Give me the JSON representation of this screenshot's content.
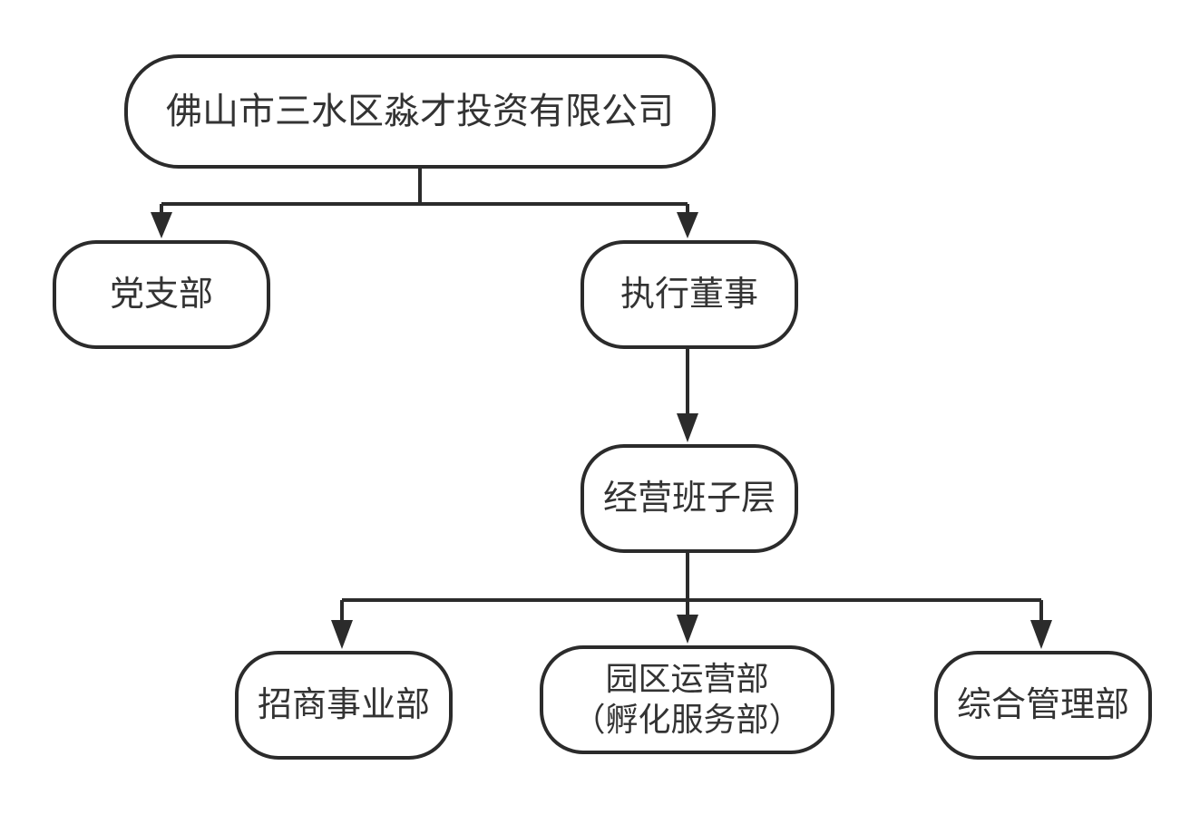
{
  "diagram": {
    "nodes": {
      "company": {
        "lines": [
          "佛山市三水区淼才投资有限公司"
        ]
      },
      "party_branch": {
        "lines": [
          "党支部"
        ]
      },
      "executive_director": {
        "lines": [
          "执行董事"
        ]
      },
      "management_team": {
        "lines": [
          "经营班子层"
        ]
      },
      "investment_dept": {
        "lines": [
          "招商事业部"
        ]
      },
      "park_operations_dept": {
        "lines": [
          "园区运营部",
          "（孵化服务部）"
        ]
      },
      "general_management_dept": {
        "lines": [
          "综合管理部"
        ]
      }
    },
    "edges": [
      {
        "from": "company",
        "to": "party_branch"
      },
      {
        "from": "company",
        "to": "executive_director"
      },
      {
        "from": "executive_director",
        "to": "management_team"
      },
      {
        "from": "management_team",
        "to": "investment_dept"
      },
      {
        "from": "management_team",
        "to": "park_operations_dept"
      },
      {
        "from": "management_team",
        "to": "general_management_dept"
      }
    ],
    "colors": {
      "stroke": "#2b2b2b",
      "text": "#333333",
      "background": "#ffffff"
    }
  }
}
